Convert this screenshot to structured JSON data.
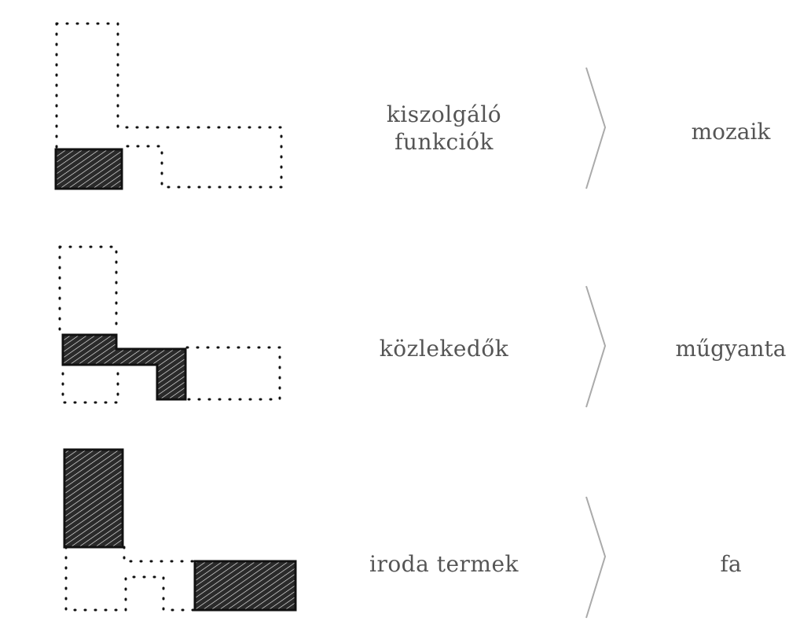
{
  "rows": [
    {
      "function_lines": [
        "kiszolgáló",
        "funkciók"
      ],
      "material": "mozaik"
    },
    {
      "function_lines": [
        "közlekedők"
      ],
      "material": "műgyanta"
    },
    {
      "function_lines": [
        "iroda termek"
      ],
      "material": "fa"
    }
  ],
  "colors": {
    "ink": "#111111",
    "text": "#555555",
    "chevron": "#aaaaaa"
  }
}
